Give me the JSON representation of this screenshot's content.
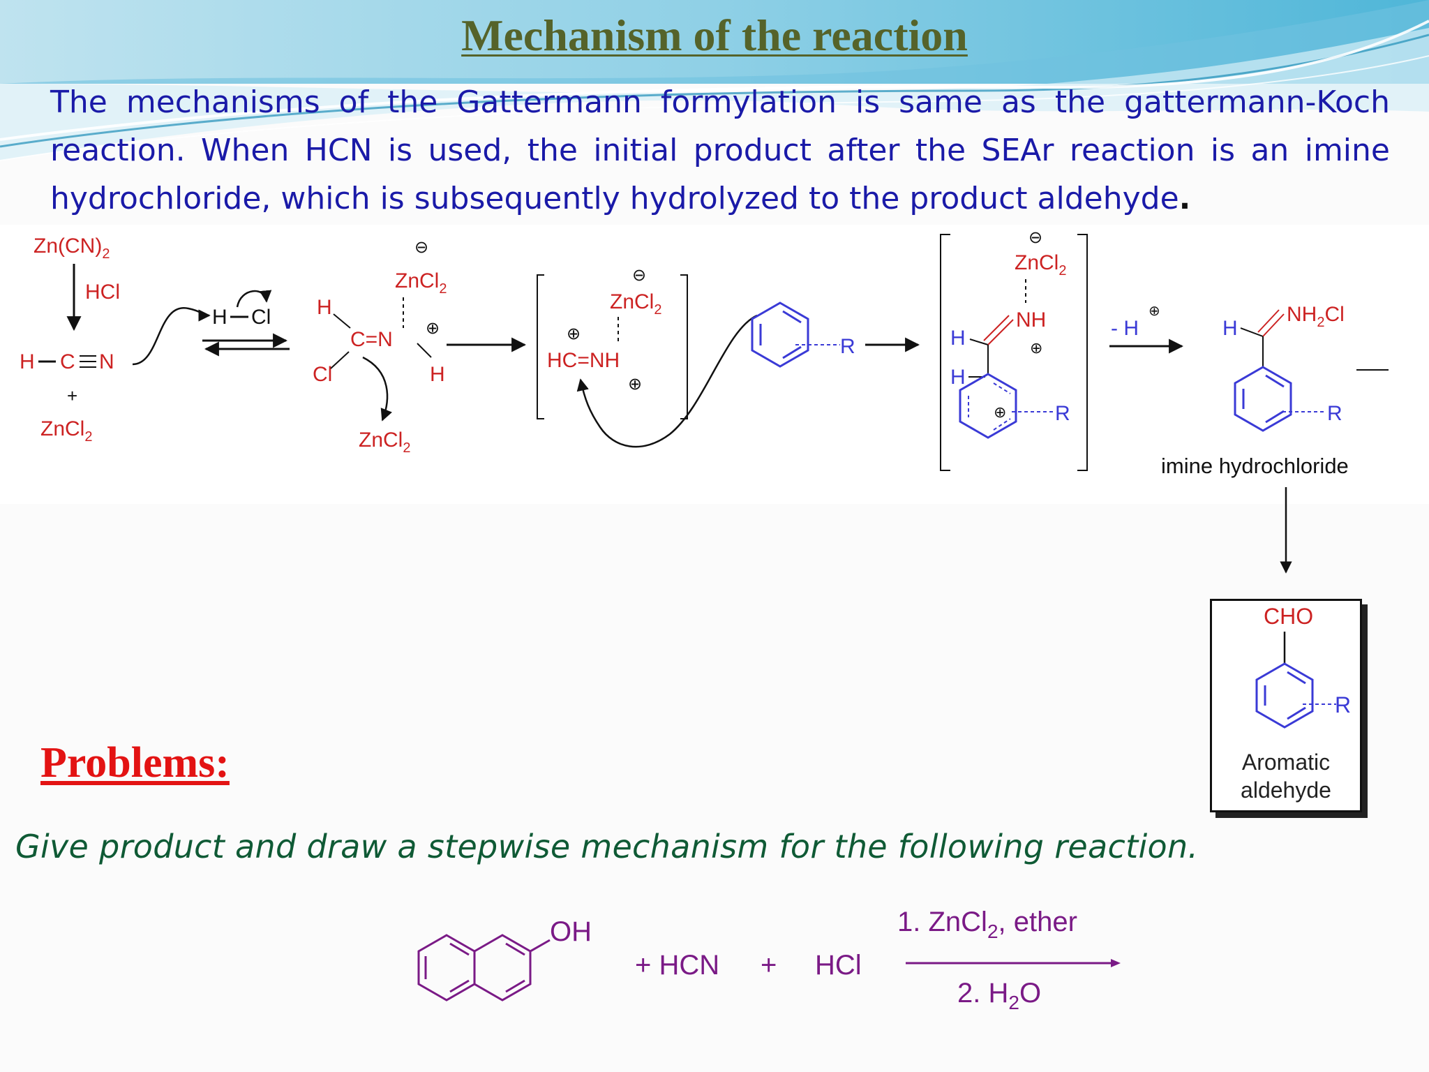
{
  "slide": {
    "title": "Mechanism of the reaction",
    "intro": "The mechanisms of the Gattermann formylation is same as the gattermann-Koch reaction. When HCN is used, the initial product after the SEAr reaction is an imine hydrochloride, which is subsequently hydrolyzed to the product aldehyde",
    "intro_end": "."
  },
  "mechanism": {
    "reagent_zncn2": "Zn(CN)",
    "reagent_zncn2_sub": "2",
    "hcl": "HCl",
    "hcn_h": "H",
    "hcn_cn": "C",
    "hcn_n": "N",
    "plus": "+",
    "zncl2": "ZnCl",
    "sub2": "2",
    "h_cl_h": "H",
    "h_cl_cl": "Cl",
    "int1_h": "H",
    "int1_cn": "C=N",
    "int1_cl": "Cl",
    "int1_h2": "H",
    "plus_charge": "⊕",
    "minus_charge": "⊖",
    "iminium": "HC=NH",
    "r_group": "R",
    "sigma_h1": "H",
    "sigma_h2": "H",
    "sigma_nh": "NH",
    "minus_h": "- H",
    "product_h": "H",
    "product_nh2cl": "NH",
    "product_nh2cl_tail": "Cl",
    "imine_label": "imine hydrochloride",
    "final_cho": "CHO",
    "final_label_1": "Aromatic",
    "final_label_2": "aldehyde"
  },
  "problems": {
    "heading": "Problems:",
    "prompt": "Give product and draw a stepwise mechanism for the following reaction.",
    "oh": "OH",
    "reagents": "+ HCN",
    "plus": "+",
    "hcl": "HCl",
    "cond1_a": "1. ZnCl",
    "cond1_sub": "2",
    "cond1_b": ", ether",
    "cond2_a": "2. H",
    "cond2_sub": "2",
    "cond2_b": "O"
  },
  "colors": {
    "title": "#55632a",
    "intro": "#1a1aa8",
    "reagent_red": "#cc2222",
    "aromatic_blue": "#3a3ad6",
    "problem_heading": "#e31313",
    "problem_text": "#0f5a35",
    "problem_molecule": "#7a1a86"
  }
}
